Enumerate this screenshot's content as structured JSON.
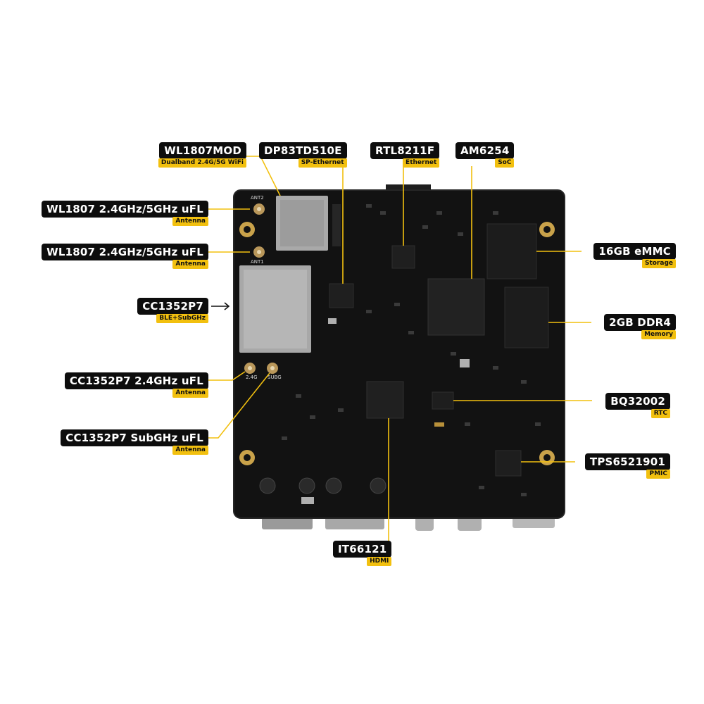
{
  "board": {
    "silkscreen": {
      "ant2": "ANT2",
      "ant1": "ANT1",
      "b24g": "2.4G",
      "subg": "SUBG"
    }
  },
  "colors": {
    "board": "#121212",
    "line": "#f2c00f",
    "label_bg": "#0d0d0d",
    "sub_bg": "#f2c00f"
  },
  "callouts": [
    {
      "id": "wl1807mod",
      "title": "WL1807MOD",
      "subtitle": "Dualband 2.4G/5G WiFi"
    },
    {
      "id": "dp83td510e",
      "title": "DP83TD510E",
      "subtitle": "SP-Ethernet"
    },
    {
      "id": "rtl8211f",
      "title": "RTL8211F",
      "subtitle": "Ethernet"
    },
    {
      "id": "am6254",
      "title": "AM6254",
      "subtitle": "SoC"
    },
    {
      "id": "wl1807-ufl-1",
      "title": "WL1807 2.4GHz/5GHz uFL",
      "subtitle": "Antenna"
    },
    {
      "id": "wl1807-ufl-2",
      "title": "WL1807 2.4GHz/5GHz uFL",
      "subtitle": "Antenna"
    },
    {
      "id": "cc1352p7",
      "title": "CC1352P7",
      "subtitle": "BLE+SubGHz"
    },
    {
      "id": "cc1352p7-24-ufl",
      "title": "CC1352P7 2.4GHz uFL",
      "subtitle": "Antenna"
    },
    {
      "id": "cc1352p7-subg-ufl",
      "title": "CC1352P7 SubGHz uFL",
      "subtitle": "Antenna"
    },
    {
      "id": "emmc",
      "title": "16GB eMMC",
      "subtitle": "Storage"
    },
    {
      "id": "ddr4",
      "title": "2GB DDR4",
      "subtitle": "Memory"
    },
    {
      "id": "bq32002",
      "title": "BQ32002",
      "subtitle": "RTC"
    },
    {
      "id": "tps6521901",
      "title": "TPS6521901",
      "subtitle": "PMIC"
    },
    {
      "id": "it66121",
      "title": "IT66121",
      "subtitle": "HDMI"
    }
  ]
}
